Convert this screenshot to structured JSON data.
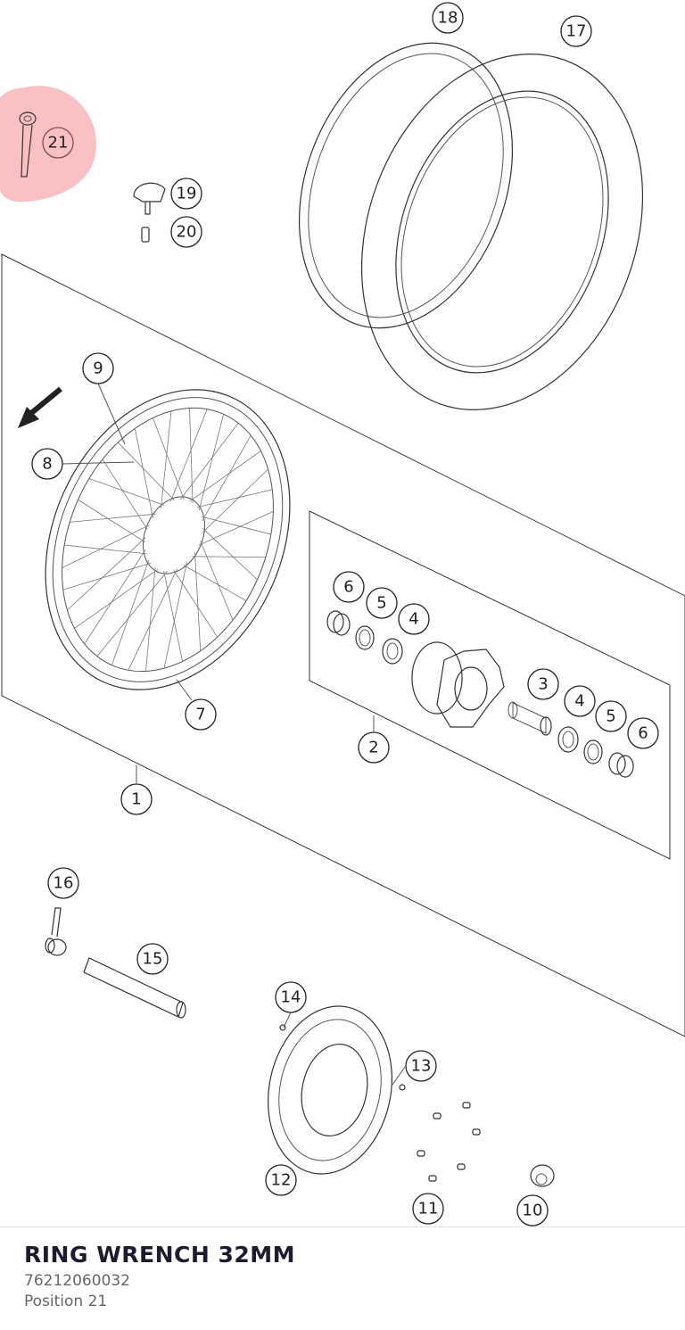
{
  "part": {
    "title": "RING WRENCH 32MM",
    "number": "76212060032",
    "position_label": "Position 21"
  },
  "diagram": {
    "highlight_color": "#f7a6ab",
    "direction_icon": "arrow-down-left-icon",
    "callouts": [
      {
        "id": "1",
        "label": "1"
      },
      {
        "id": "2",
        "label": "2"
      },
      {
        "id": "3",
        "label": "3"
      },
      {
        "id": "4a",
        "label": "4"
      },
      {
        "id": "4b",
        "label": "4"
      },
      {
        "id": "5a",
        "label": "5"
      },
      {
        "id": "5b",
        "label": "5"
      },
      {
        "id": "6a",
        "label": "6"
      },
      {
        "id": "6b",
        "label": "6"
      },
      {
        "id": "7",
        "label": "7"
      },
      {
        "id": "8",
        "label": "8"
      },
      {
        "id": "9",
        "label": "9"
      },
      {
        "id": "10",
        "label": "10"
      },
      {
        "id": "11",
        "label": "11"
      },
      {
        "id": "12",
        "label": "12"
      },
      {
        "id": "13",
        "label": "13"
      },
      {
        "id": "14",
        "label": "14"
      },
      {
        "id": "15",
        "label": "15"
      },
      {
        "id": "16",
        "label": "16"
      },
      {
        "id": "17",
        "label": "17"
      },
      {
        "id": "18",
        "label": "18"
      },
      {
        "id": "19",
        "label": "19"
      },
      {
        "id": "20",
        "label": "20"
      },
      {
        "id": "21",
        "label": "21"
      }
    ]
  }
}
